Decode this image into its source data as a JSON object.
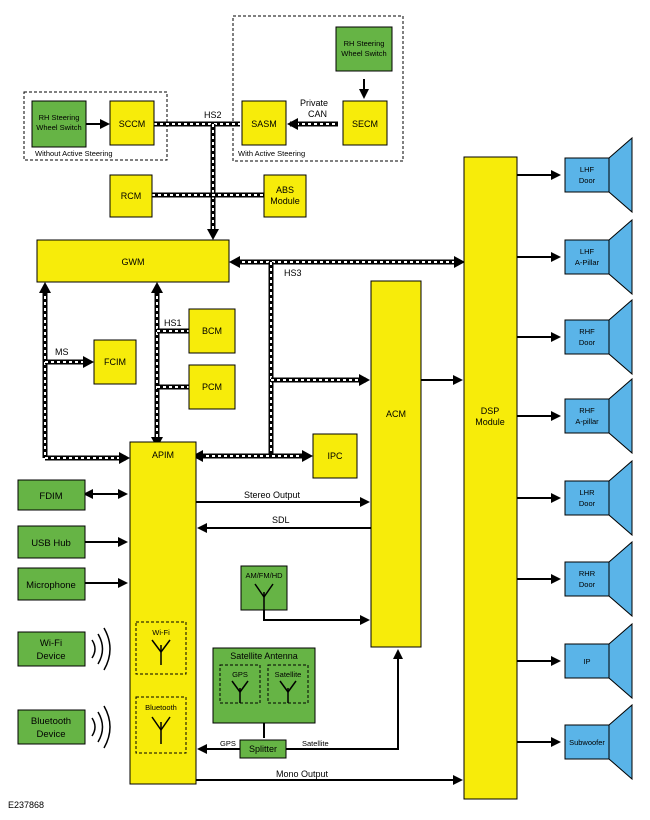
{
  "figure_id": "E237868",
  "groups": {
    "without_active_steering": "Without Active Steering",
    "with_active_steering": "With Active Steering"
  },
  "modules": {
    "rh_switch_left": "RH Steering Wheel Switch",
    "sccm": "SCCM",
    "sasm": "SASM",
    "secm": "SECM",
    "rh_switch_right": "RH Steering Wheel Switch",
    "rcm": "RCM",
    "abs": "ABS Module",
    "gwm": "GWM",
    "fcim": "FCIM",
    "bcm": "BCM",
    "pcm": "PCM",
    "ipc": "IPC",
    "apim": "APIM",
    "acm": "ACM",
    "dsp": "DSP Module",
    "fdim": "FDIM",
    "usb_hub": "USB Hub",
    "microphone": "Microphone",
    "wifi_device": "Wi-Fi Device",
    "bt_device": "Bluetooth Device",
    "am_fm_hd": "AM/FM/HD",
    "sat_antenna": "Satellite Antenna",
    "gps": "GPS",
    "satellite": "Satellite",
    "splitter": "Splitter",
    "wifi_internal": "Wi-Fi",
    "bt_internal": "Bluetooth"
  },
  "bus_labels": {
    "hs2": "HS2",
    "hs3": "HS3",
    "hs1": "HS1",
    "ms": "MS",
    "private_can": "Private CAN"
  },
  "signal_labels": {
    "stereo_output": "Stereo Output",
    "sdl": "SDL",
    "mono_output": "Mono Output",
    "gps_out": "GPS",
    "satellite_out": "Satellite"
  },
  "speakers": [
    "LHF Door",
    "LHF A-Pillar",
    "RHF Door",
    "RHF A-pillar",
    "LHR Door",
    "RHR Door",
    "IP",
    "Subwoofer"
  ]
}
